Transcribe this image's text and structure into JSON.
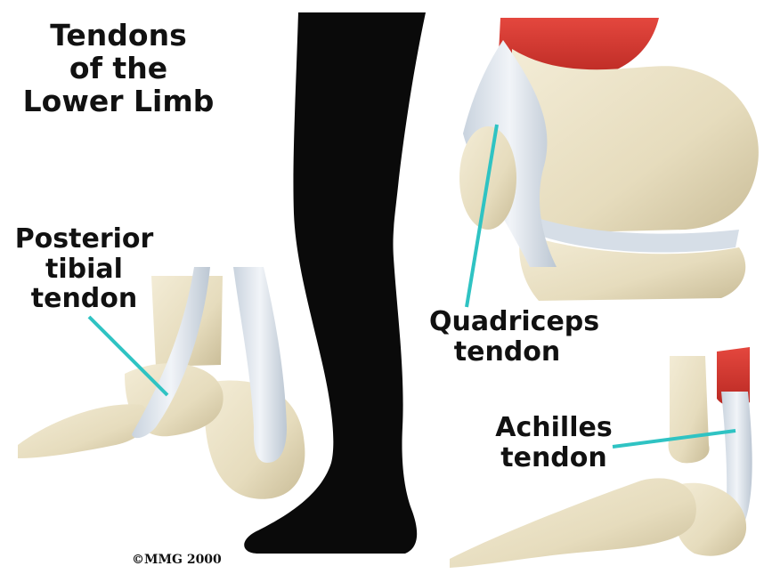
{
  "title_lines": [
    "Tendons",
    "of the",
    "Lower Limb"
  ],
  "labels": {
    "posterior_tibial": [
      "Posterior",
      "tibial",
      "tendon"
    ],
    "quadriceps": [
      "Quadriceps",
      "tendon"
    ],
    "achilles": [
      "Achilles",
      "tendon"
    ]
  },
  "copyright": "©MMG 2000",
  "colors": {
    "bone": "#e9dfc2",
    "bone_shadow": "#c9bc97",
    "tendon": "#dfe6ee",
    "muscle": "#d83a32",
    "leader_line": "#2fc3c3",
    "silhouette": "#0a0a0a"
  }
}
